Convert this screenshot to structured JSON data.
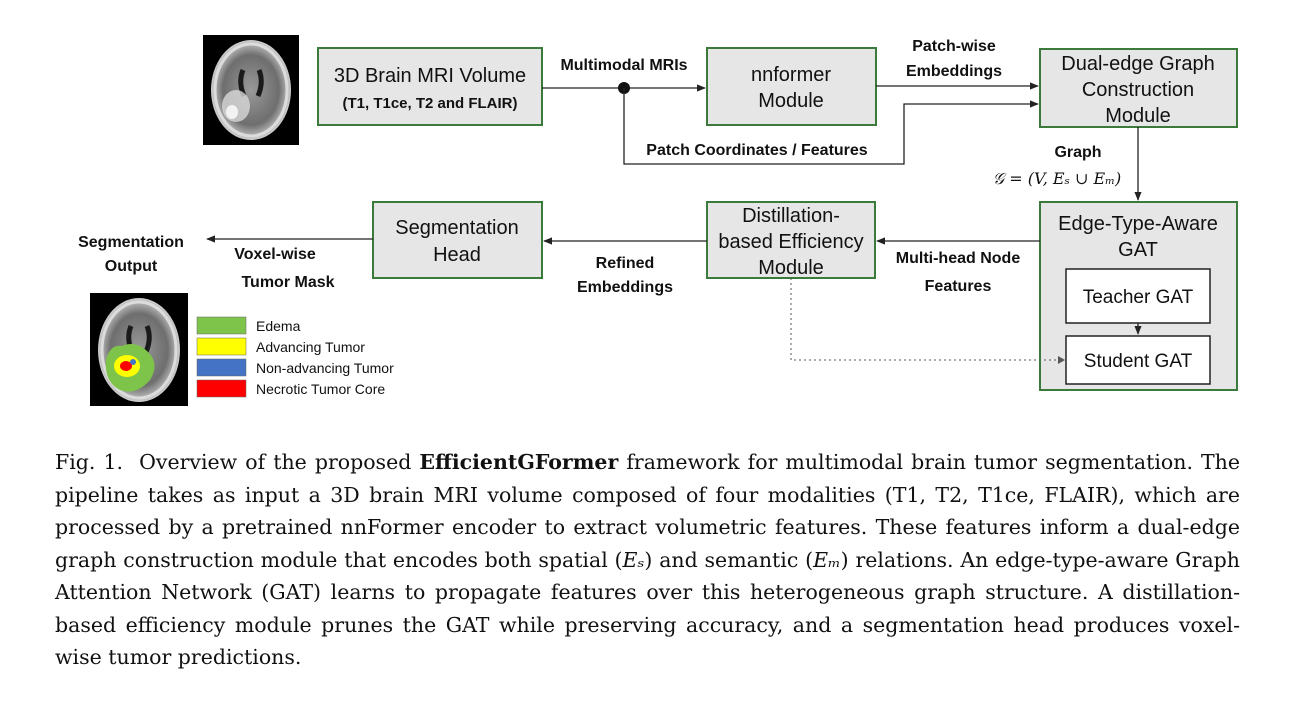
{
  "boxes": {
    "input": {
      "line1": "3D Brain MRI Volume",
      "line2": "(T1, T1ce, T2 and FLAIR)"
    },
    "nnformer": {
      "line1": "nnformer",
      "line2": "Module"
    },
    "dual_edge": {
      "line1": "Dual-edge Graph",
      "line2": "Construction",
      "line3": "Module"
    },
    "gat": {
      "line1": "Edge-Type-Aware",
      "line2": "GAT"
    },
    "teacher": {
      "label": "Teacher GAT"
    },
    "student": {
      "label": "Student GAT"
    },
    "distill": {
      "line1": "Distillation-",
      "line2": "based Efficiency",
      "line3": "Module"
    },
    "seg_head": {
      "line1": "Segmentation",
      "line2": "Head"
    }
  },
  "edge_labels": {
    "multimodal": "Multimodal MRIs",
    "patch_wise_1": "Patch-wise",
    "patch_wise_2": "Embeddings",
    "patch_coords": "Patch Coordinates / Features",
    "graph": "Graph",
    "graph_math": "𝒢 = (V, Eₛ ∪ Eₘ)",
    "multihead_1": "Multi-head Node",
    "multihead_2": "Features",
    "refined_1": "Refined",
    "refined_2": "Embeddings",
    "voxel_1": "Voxel-wise",
    "voxel_2": "Tumor Mask",
    "output_1": "Segmentation",
    "output_2": "Output"
  },
  "legend": [
    {
      "label": "Edema",
      "color": "#7fc44a"
    },
    {
      "label": "Advancing Tumor",
      "color": "#ffff00"
    },
    {
      "label": "Non-advancing Tumor",
      "color": "#4472c4"
    },
    {
      "label": "Necrotic Tumor Core",
      "color": "#ff0000"
    }
  ],
  "caption": {
    "fig_label": "Fig. 1.",
    "pre": "Overview of the proposed",
    "name": "EfficientGFormer",
    "p1": "framework for multimodal brain tumor segmentation. The pipeline takes as input a 3D brain MRI volume composed of four modalities (T1, T2, T1ce, FLAIR), which are processed by a pretrained nnFormer encoder to extract volumetric features. These features inform a dual-edge graph construction module that encodes both spatial (",
    "es": "Eₛ",
    "p2": ") and semantic (",
    "em": "Eₘ",
    "p3": ") relations. An edge-type-aware Graph Attention Network (GAT) learns to propagate features over this heterogeneous graph structure. A distillation-based efficiency module prunes the GAT while preserving accuracy, and a segmentation head produces voxel-wise tumor predictions."
  }
}
